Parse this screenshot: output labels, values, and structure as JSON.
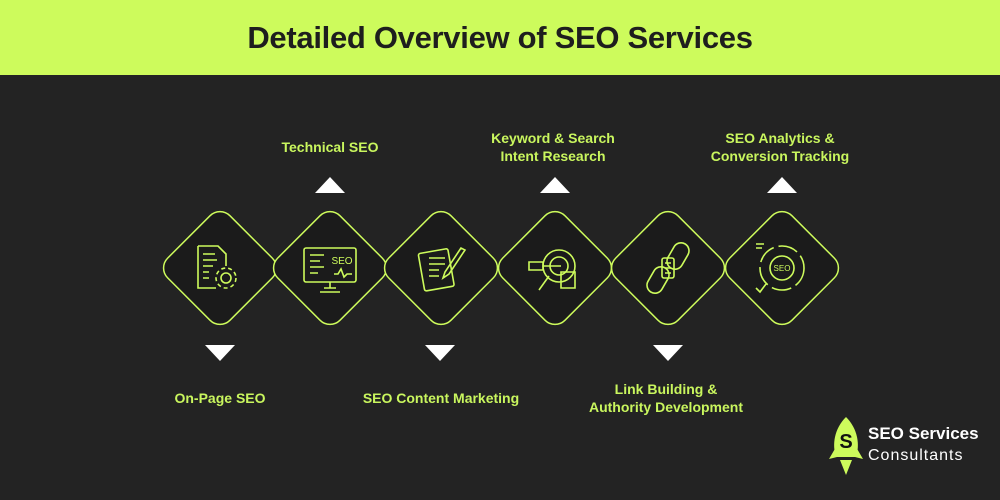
{
  "title": "Detailed Overview of SEO Services",
  "steps": [
    {
      "label": "On-Page SEO",
      "position": "below",
      "icon": "document-gear-icon"
    },
    {
      "label": "Technical SEO",
      "position": "above",
      "icon": "monitor-seo-icon"
    },
    {
      "label": "SEO Content Marketing",
      "position": "below",
      "icon": "content-pencil-icon"
    },
    {
      "label": "Keyword & Search Intent Research",
      "line1": "Keyword & Search",
      "line2": "Intent Research",
      "position": "above",
      "icon": "key-target-icon"
    },
    {
      "label": "Link Building & Authority Development",
      "line1": "Link Building &",
      "line2": "Authority Development",
      "position": "below",
      "icon": "chain-link-icon"
    },
    {
      "label": "SEO Analytics & Conversion Tracking",
      "line1": "SEO Analytics &",
      "line2": "Conversion Tracking",
      "position": "above",
      "icon": "analytics-chart-icon"
    }
  ],
  "brand": {
    "name": "SEO Services",
    "sub": "Consultants",
    "mark": "S"
  },
  "colors": {
    "accent": "#cdfb5c",
    "background": "#232323"
  }
}
